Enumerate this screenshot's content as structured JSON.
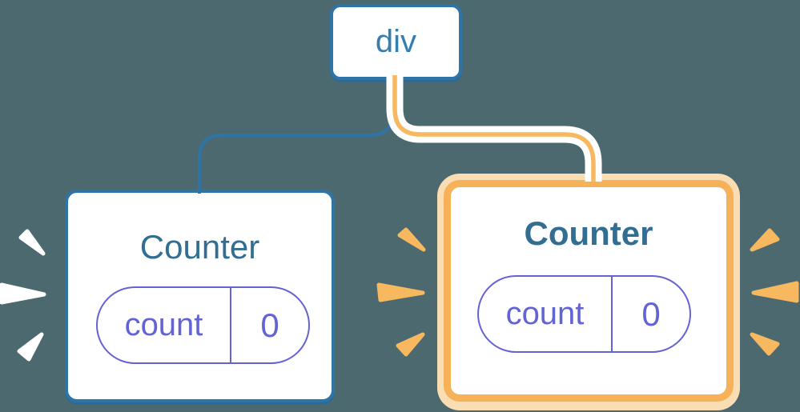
{
  "diagram": {
    "description": "React render tree: div root with two Counter children, right Counter re-rendering (highlighted)",
    "background_color": "#4C6970",
    "root_node": {
      "label": "div"
    },
    "counters": [
      {
        "title": "Counter",
        "state_key": "count",
        "state_value": "0",
        "highlighted": false
      },
      {
        "title": "Counter",
        "state_key": "count",
        "state_value": "0",
        "highlighted": true
      }
    ],
    "colors": {
      "blue": "#2F74A6",
      "node_text_blue": "#377DAD",
      "title_blue": "#316E92",
      "purple": "#6363D4",
      "orange": "#F7B85F",
      "pale_orange": "#FBDDB3",
      "white": "#FFFFFF"
    }
  }
}
